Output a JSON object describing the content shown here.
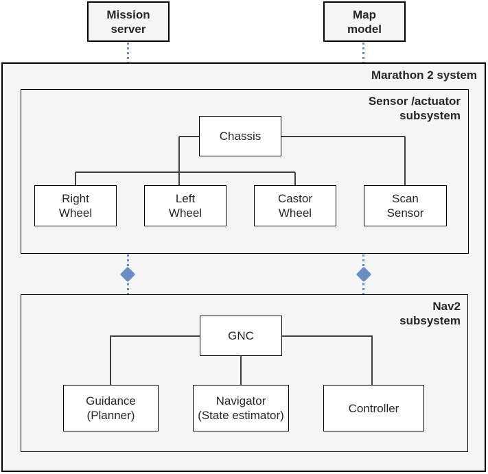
{
  "diagram": {
    "external": {
      "mission_server": {
        "label": "Mission\nserver"
      },
      "map_model": {
        "label": "Map\nmodel"
      }
    },
    "system": {
      "label": "Marathon 2 system",
      "sensor_subsystem": {
        "label": "Sensor /actuator\nsubsystem",
        "nodes": {
          "chassis": "Chassis",
          "right_wheel": "Right\nWheel",
          "left_wheel": "Left\nWheel",
          "castor_wheel": "Castor\nWheel",
          "scan_sensor": "Scan\nSensor"
        }
      },
      "nav2_subsystem": {
        "label": "Nav2\nsubsystem",
        "nodes": {
          "gnc": "GNC",
          "guidance": "Guidance\n(Planner)",
          "navigator": "Navigator\n(State estimator)",
          "controller": "Controller"
        }
      }
    }
  },
  "colors": {
    "page_bg": "#ffffff",
    "container_fill": "#f5f5f5",
    "node_fill": "#ffffff",
    "border": "#000000",
    "connector": "#3f3f3f",
    "link_blue": "#6c8ebf",
    "text": "#262626"
  }
}
